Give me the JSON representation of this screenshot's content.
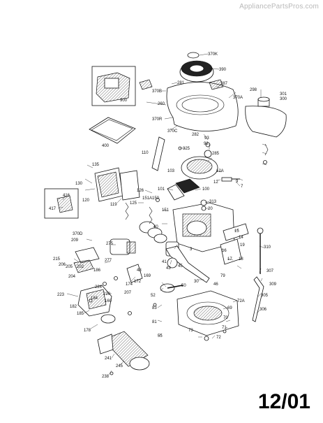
{
  "watermark": "AppliancePartsPros.com",
  "date_stamp": "12/01",
  "part_labels": [
    "370K",
    "390",
    "281",
    "370B",
    "287",
    "370A",
    "298",
    "301",
    "300",
    "900",
    "260",
    "370R",
    "400",
    "370C",
    "282",
    "93",
    "92",
    "325",
    "110",
    "285",
    "135",
    "103",
    "12A",
    "12",
    "9",
    "7",
    "130",
    "120",
    "119",
    "101",
    "100",
    "126",
    "151A",
    "150",
    "313",
    "20",
    "416",
    "417",
    "125",
    "151",
    "370D",
    "15",
    "40",
    "14",
    "310",
    "209",
    "275",
    "3",
    "19",
    "16",
    "17",
    "18",
    "215",
    "206",
    "205",
    "202",
    "186",
    "277",
    "204",
    "41",
    "43",
    "45",
    "48",
    "174",
    "172",
    "169",
    "30",
    "224",
    "50",
    "46",
    "79",
    "307",
    "223",
    "182",
    "184",
    "220",
    "160",
    "207",
    "52",
    "309",
    "72A",
    "305",
    "185",
    "83",
    "69",
    "81",
    "70",
    "71",
    "306",
    "178",
    "73",
    "55",
    "72",
    "241",
    "245",
    "238"
  ]
}
